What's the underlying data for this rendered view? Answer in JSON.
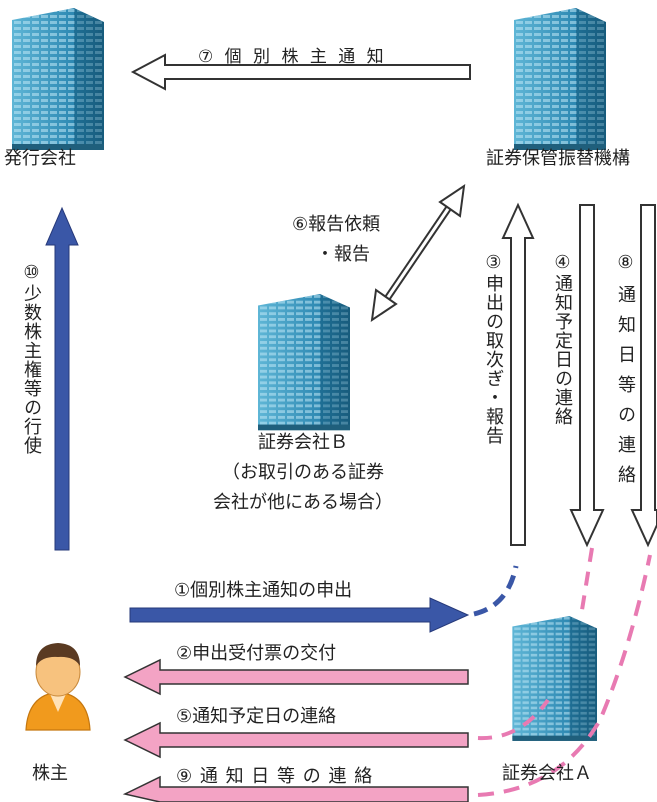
{
  "nodes": {
    "issuer": "発行会社",
    "jasdec": "証券保管振替機構",
    "broker_b": "証券会社Ｂ",
    "broker_b_note_1": "（お取引のある証券",
    "broker_b_note_2": "会社が他にある場合）",
    "shareholder": "株主",
    "broker_a": "証券会社Ａ"
  },
  "flows": {
    "f1": "①個別株主通知の申出",
    "f2": "②申出受付票の交付",
    "f3": "③申出の取次ぎ・報告",
    "f4": "④通知予定日の連絡",
    "f5": "⑤通知予定日の連絡",
    "f6_1": "⑥報告依頼",
    "f6_2": "・報告",
    "f7": "⑦ 個 別 株 主 通 知",
    "f8": "⑧通知日等の連絡",
    "f9": "⑨ 通 知 日 等 の 連 絡",
    "f10": "⑩少数株主権等の行使"
  },
  "colors": {
    "blue_arrow": "#3a57a7",
    "pink_arrow": "#f3a3c4",
    "pink_dash": "#e87ab2",
    "building": "#3e9fc4",
    "outline": "#333333"
  }
}
